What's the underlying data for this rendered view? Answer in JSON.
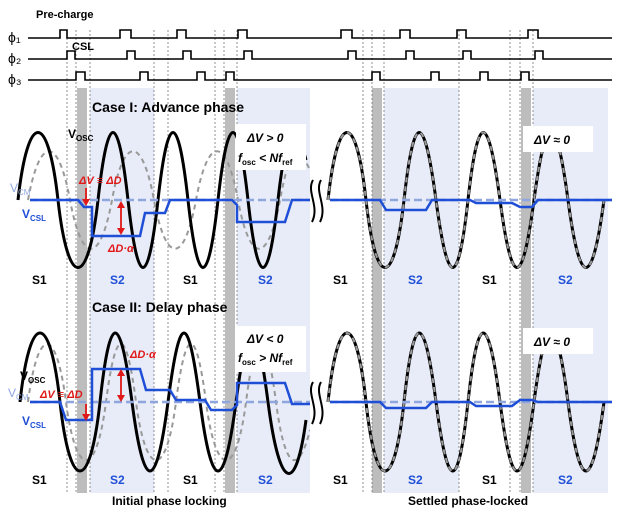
{
  "colors": {
    "clock": "#000000",
    "osc": "#000000",
    "ref_dashed": "#999999",
    "csl": "#1f4fd6",
    "vcm": "#8fa6df",
    "delta_red": "#e01818",
    "shade_blue": "#e8ecf8",
    "bar_gray": "#bdbdbd",
    "label_blue": "#1f4fd6"
  },
  "clocks": {
    "phi1": "ϕ₁",
    "phi2": "ϕ₂",
    "phi3": "ϕ₃",
    "precharge_label": "Pre-charge",
    "csl_label": "CSL"
  },
  "case1": {
    "title": "Case I: Advance phase",
    "vosc": "V",
    "vosc_sub": "OSC",
    "vcm": "V",
    "vcm_sub": "CM",
    "vcsl": "V",
    "vcsl_sub": "CSL",
    "delta_eq": "ΔV ≡ ΔD",
    "delta_alpha": "ΔD·α",
    "cond1": "ΔV > 0",
    "cond2_f": "f",
    "cond2_sub": "osc",
    "cond2_rest": " < Nf",
    "cond2_sub2": "ref",
    "settled": "ΔV ≈ 0"
  },
  "case2": {
    "title": "Case II: Delay phase",
    "vosc": "V",
    "vosc_sub": "OSC",
    "vcm": "V",
    "vcm_sub": "CM",
    "vcsl": "V",
    "vcsl_sub": "CSL",
    "delta_eq": "ΔV ≡ ΔD",
    "delta_alpha": "ΔD·α",
    "cond1": "ΔV < 0",
    "cond2_f": "f",
    "cond2_sub": "osc",
    "cond2_rest": " > Nf",
    "cond2_sub2": "ref",
    "settled": "ΔV ≈ 0"
  },
  "slot_labels": {
    "s1": "S1",
    "s2": "S2"
  },
  "footer": {
    "left": "Initial phase locking",
    "right": "Settled phase-locked"
  }
}
